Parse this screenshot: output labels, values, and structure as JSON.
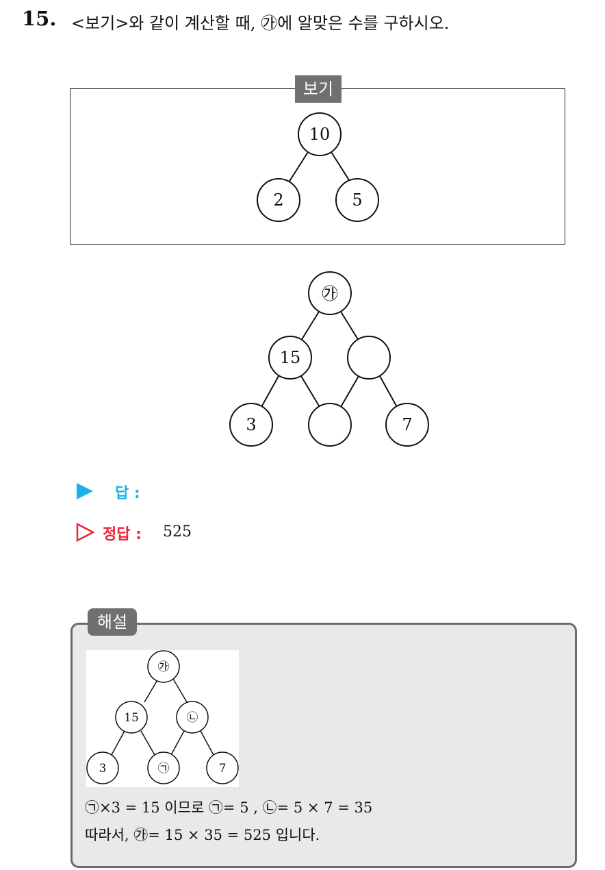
{
  "question": {
    "number": "15.",
    "text": "<보기>와 같이 계산할 때, ㉮에 알맞은 수를 구하시오."
  },
  "bogi": {
    "tag": "보기",
    "top": "10",
    "left": "2",
    "right": "5"
  },
  "problem_tree": {
    "top": "㉮",
    "mid_left": "15",
    "mid_right": "",
    "bottom_left": "3",
    "bottom_mid": "",
    "bottom_right": "7"
  },
  "answer": {
    "label": "답 :",
    "label_icon": "play-triangle-filled",
    "correct_label": "정답 :",
    "correct_icon": "play-triangle-outline",
    "correct_value": "525",
    "label_color": "#1ab0e8",
    "correct_color": "#ee2233"
  },
  "explanation": {
    "tag": "해설",
    "tree": {
      "top": "㉮",
      "mid_left": "15",
      "mid_right": "㉡",
      "bottom_left": "3",
      "bottom_mid": "㉠",
      "bottom_right": "7"
    },
    "line1": "㉠×3 = 15 이므로 ㉠= 5 , ㉡= 5 × 7 = 35",
    "line2": "따라서, ㉮= 15 × 35 = 525 입니다."
  }
}
